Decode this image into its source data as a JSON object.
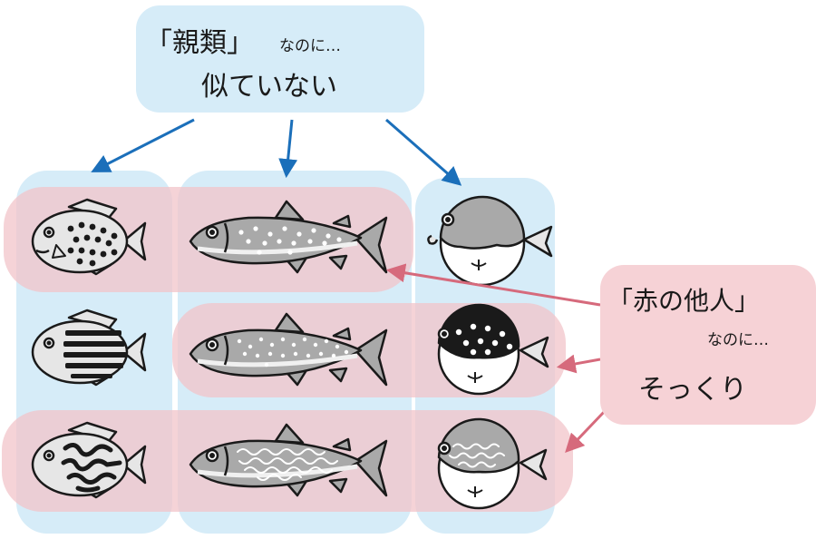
{
  "top_box": {
    "line1_main": "「親類」",
    "line1_small": "なのに…",
    "line2": "似ていない"
  },
  "right_box": {
    "line1": "「赤の他人」",
    "line2": "なのに…",
    "line3": "そっくり"
  },
  "colors": {
    "related_column": "#d6ecf8",
    "lookalike_row": "#f6d2d6",
    "blue_arrow": "#1b6fba",
    "red_arrow": "#d66a7c",
    "fish_body": "#e6e6e6",
    "salmon_body": "#a9a9a9",
    "outline": "#1a1a1a"
  },
  "grid": {
    "columns": [
      "bream-family",
      "salmon-family",
      "puffer-family"
    ],
    "rows": [
      "spotted-pattern",
      "striped-pattern",
      "maze-pattern"
    ]
  }
}
